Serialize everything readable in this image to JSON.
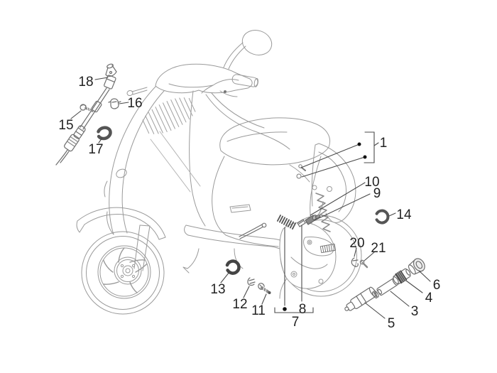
{
  "meta": {
    "type": "exploded-parts-diagram",
    "subject": "Scooter side view with transmission and cable components",
    "background_color": "#ffffff",
    "artwork_line_color": "#9a9a9a",
    "part_line_color": "#6e6e6e",
    "leader_line_color": "#4a4a4a",
    "callout_text_color": "#222222",
    "visible_part_numbers": [
      "1",
      "3",
      "4",
      "5",
      "6",
      "7",
      "8",
      "9",
      "10",
      "11",
      "12",
      "13",
      "14",
      "15",
      "16",
      "17",
      "18",
      "20",
      "21"
    ]
  },
  "callouts": {
    "p1": {
      "label": "1"
    },
    "p3": {
      "label": "3"
    },
    "p4": {
      "label": "4"
    },
    "p5": {
      "label": "5"
    },
    "p6": {
      "label": "6"
    },
    "p7": {
      "label": "7"
    },
    "p8": {
      "label": "8"
    },
    "p9": {
      "label": "9"
    },
    "p10": {
      "label": "10"
    },
    "p11": {
      "label": "11"
    },
    "p12": {
      "label": "12"
    },
    "p13": {
      "label": "13"
    },
    "p14": {
      "label": "14"
    },
    "p15": {
      "label": "15"
    },
    "p16": {
      "label": "16"
    },
    "p17": {
      "label": "17"
    },
    "p18": {
      "label": "18"
    },
    "p20": {
      "label": "20"
    },
    "p21": {
      "label": "21"
    }
  }
}
